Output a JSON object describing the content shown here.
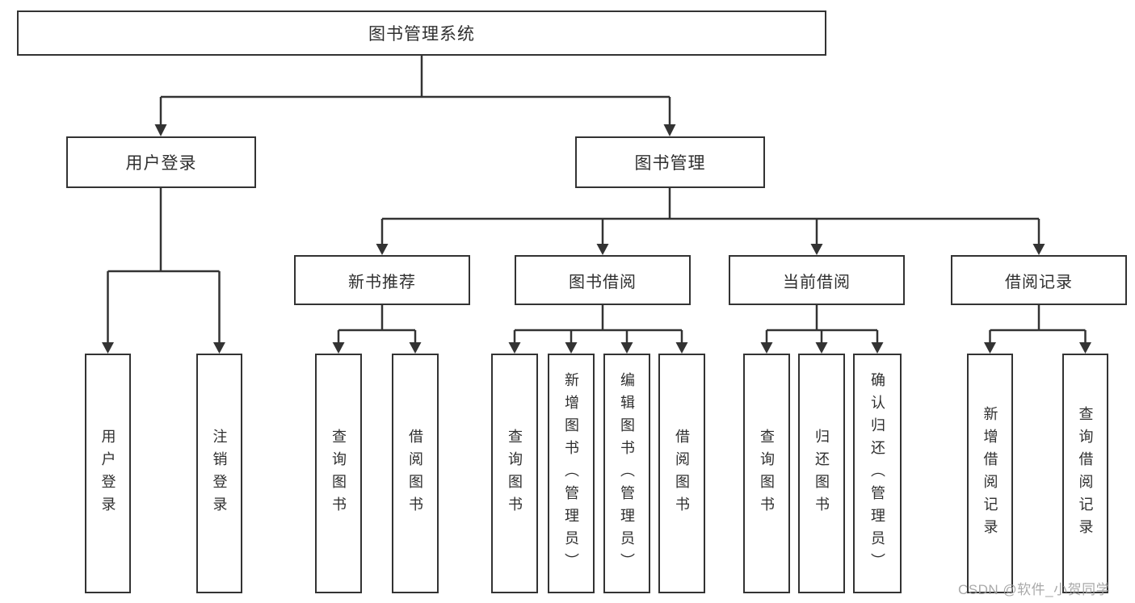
{
  "diagram": {
    "root": "图书管理系统",
    "branches": [
      {
        "label": "用户登录",
        "children": [
          "用户登录",
          "注销登录"
        ]
      },
      {
        "label": "图书管理",
        "children": [
          {
            "label": "新书推荐",
            "children": [
              "查询图书",
              "借阅图书"
            ]
          },
          {
            "label": "图书借阅",
            "children": [
              "查询图书",
              "新增图书（管理员）",
              "编辑图书（管理员）",
              "借阅图书"
            ]
          },
          {
            "label": "当前借阅",
            "children": [
              "查询图书",
              "归还图书",
              "确认归还（管理员）"
            ]
          },
          {
            "label": "借阅记录",
            "children": [
              "新增借阅记录",
              "查询借阅记录"
            ]
          }
        ]
      }
    ]
  },
  "watermark": {
    "text": "CSDN @软件_小贺同学"
  },
  "colors": {
    "line": "#333333",
    "text": "#2f2f2f",
    "watermark": "#a0a0a0",
    "background": "#ffffff"
  }
}
